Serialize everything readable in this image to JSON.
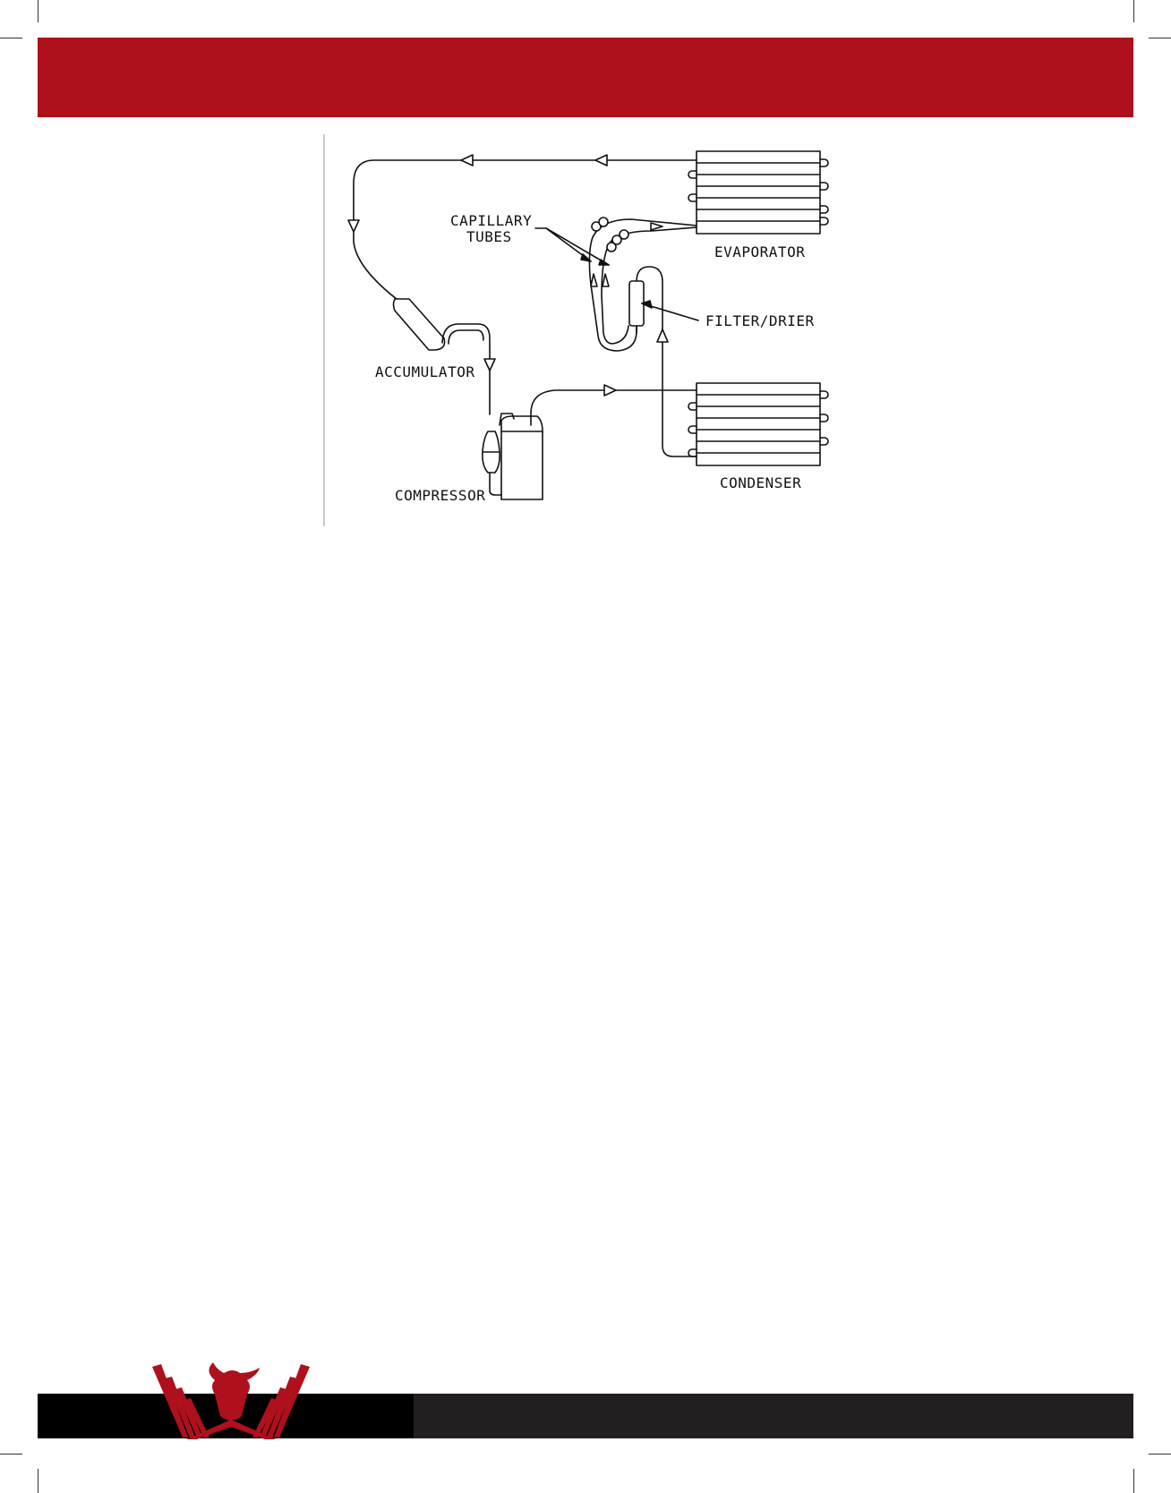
{
  "diagram": {
    "labels": {
      "capillary_line1": "CAPILLARY",
      "capillary_line2": "TUBES",
      "evaporator": "EVAPORATOR",
      "filter_drier": "FILTER/DRIER",
      "accumulator": "ACCUMULATOR",
      "compressor": "COMPRESSOR",
      "condenser": "CONDENSER"
    }
  },
  "colors": {
    "header_band": "#ae101c",
    "footer_black": "#000000",
    "footer_dark": "#231f20",
    "logo": "#ae101c"
  },
  "icons": {
    "logo": "bull-head-wings-logo"
  }
}
